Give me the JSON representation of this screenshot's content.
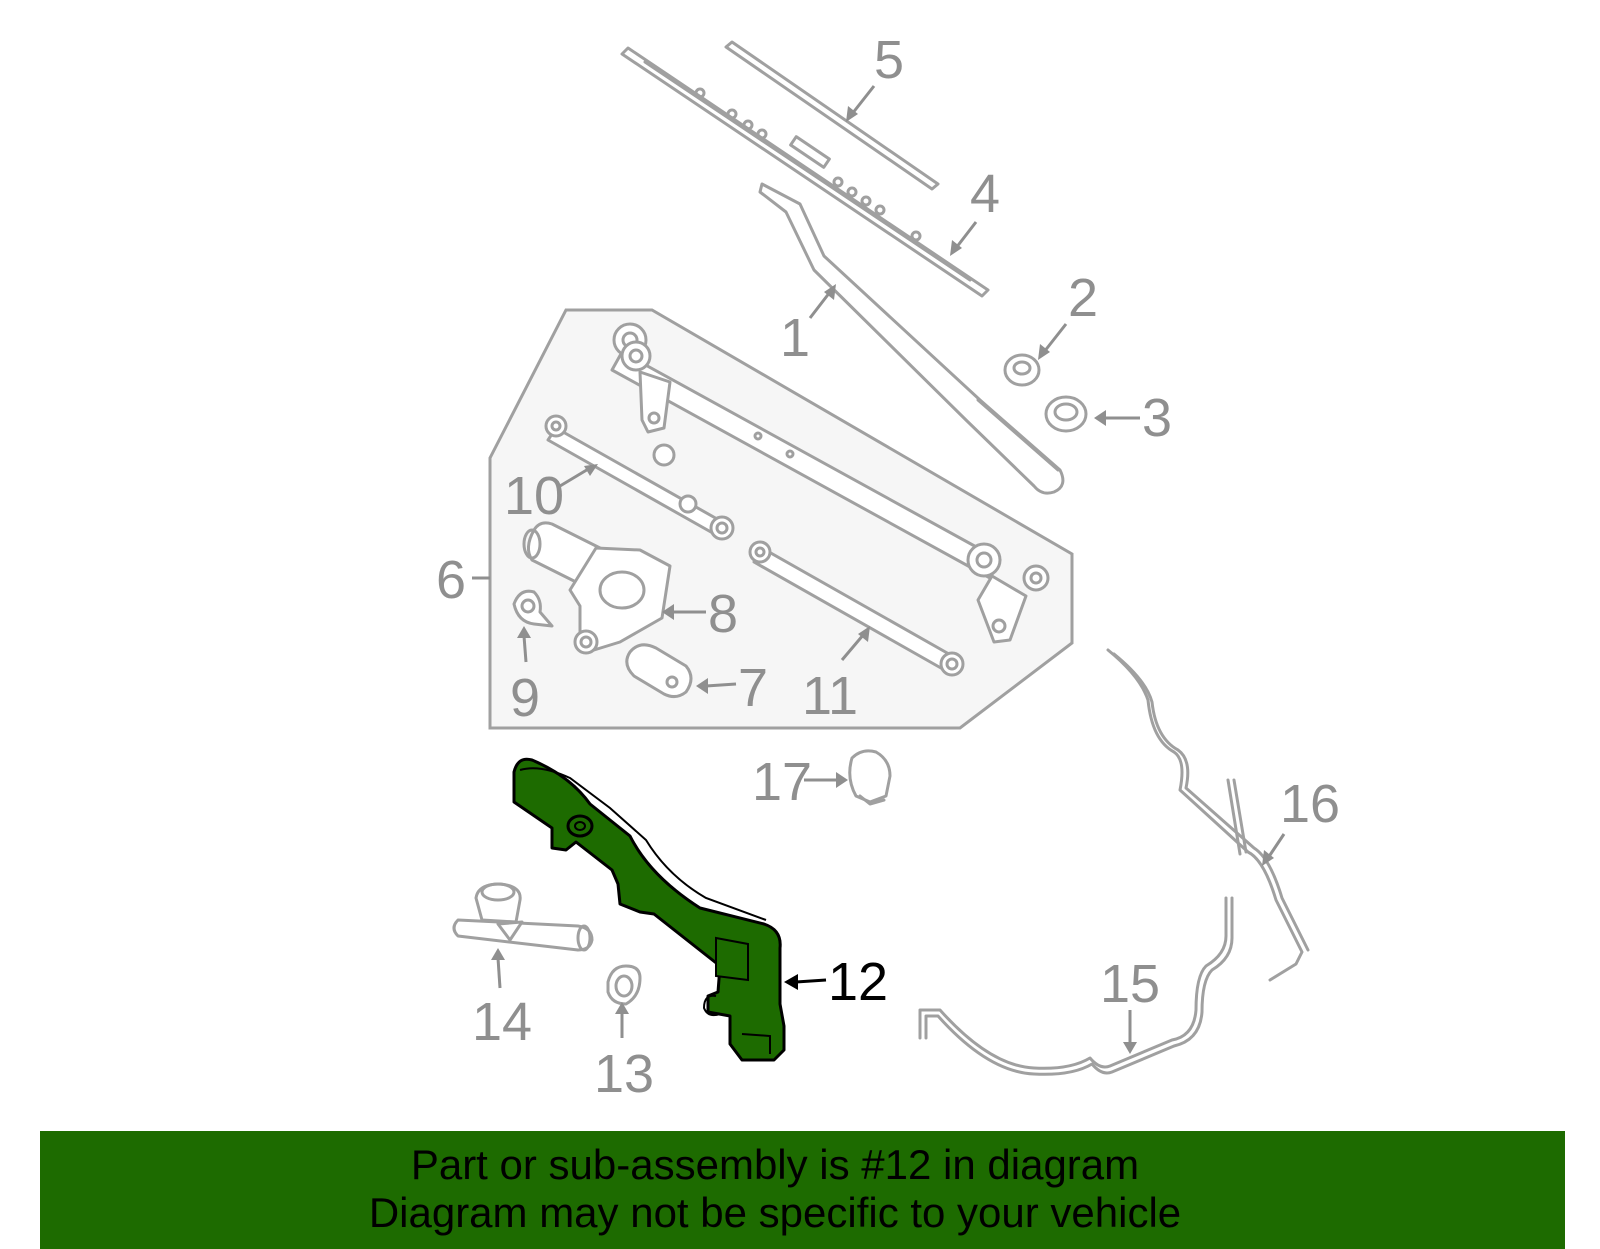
{
  "diagram": {
    "callouts": [
      "1",
      "2",
      "3",
      "4",
      "5",
      "6",
      "7",
      "8",
      "9",
      "10",
      "11",
      "12",
      "13",
      "14",
      "15",
      "16",
      "17"
    ],
    "highlight_callout": "12",
    "highlight_color": "#1d6b00"
  },
  "footer": {
    "line1": "Part or sub-assembly is #12 in diagram",
    "line2": "Diagram may not be specific to your vehicle",
    "background_color": "#1d6b00"
  }
}
